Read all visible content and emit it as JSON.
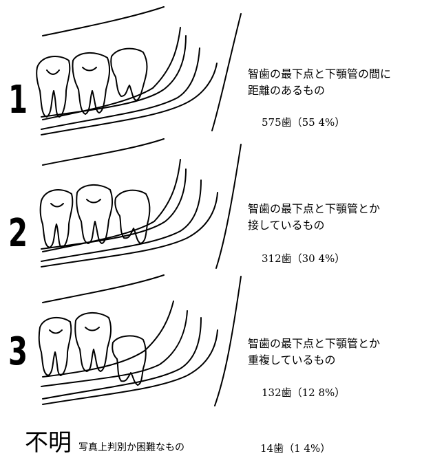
{
  "panels": [
    {
      "number": "1",
      "desc_line1": "智歯の最下点と下顎管の間に",
      "desc_line2": "距離のあるもの",
      "count": "575歯（55 4%）"
    },
    {
      "number": "2",
      "desc_line1": "智歯の最下点と下顎管とか",
      "desc_line2": "接しているもの",
      "count": "312歯（30 4%）"
    },
    {
      "number": "3",
      "desc_line1": "智歯の最下点と下顎管とか",
      "desc_line2": "重複しているもの",
      "count": "132歯（12 8%）"
    }
  ],
  "unknown": {
    "mark": "不明",
    "desc": "写真上判別か困難なもの",
    "count": "14歯（1 4%）"
  }
}
